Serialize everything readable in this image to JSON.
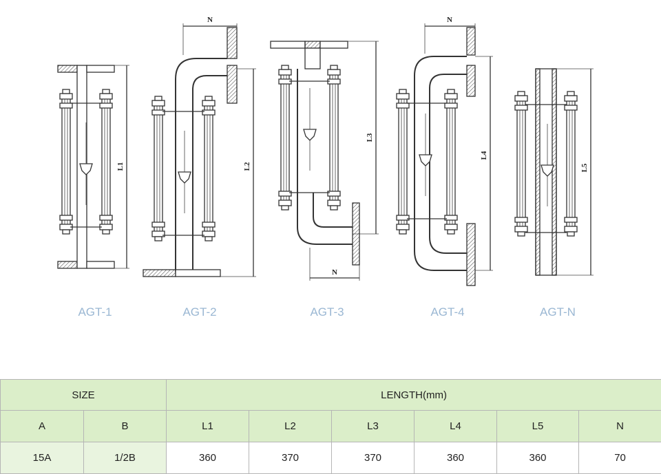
{
  "figures": [
    {
      "caption": "AGT-1",
      "dims": [
        "L1"
      ]
    },
    {
      "caption": "AGT-2",
      "dims": [
        "N",
        "L2"
      ]
    },
    {
      "caption": "AGT-3",
      "dims": [
        "L3",
        "N"
      ]
    },
    {
      "caption": "AGT-4",
      "dims": [
        "N",
        "L4"
      ]
    },
    {
      "caption": "AGT-N",
      "dims": [
        "L5"
      ]
    }
  ],
  "table": {
    "group_headers": {
      "size": "SIZE",
      "length": "LENGTH(mm)"
    },
    "columns": [
      "A",
      "B",
      "L1",
      "L2",
      "L3",
      "L4",
      "L5",
      "N"
    ],
    "rows": [
      [
        "15A",
        "1/2B",
        "360",
        "370",
        "370",
        "360",
        "360",
        "70"
      ]
    ]
  },
  "colors": {
    "header_bg": "#dbeec9",
    "size_cell_bg": "#e9f4df",
    "caption": "#9ab7d3",
    "border": "#b5b5b5"
  }
}
